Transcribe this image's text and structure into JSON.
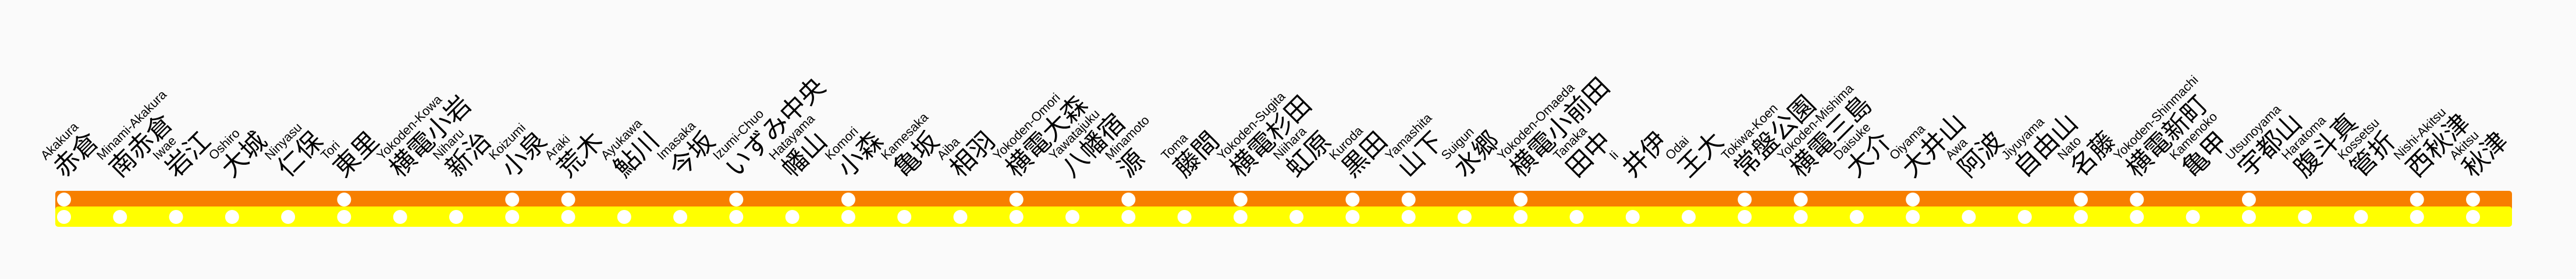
{
  "line": {
    "colors": {
      "upper_band": "#f77f00",
      "lower_band": "#ffff00",
      "station_dot": "#ffffff"
    },
    "stations": [
      {
        "ja": "赤倉",
        "en": "Akakura",
        "upper": true,
        "lower": true
      },
      {
        "ja": "南赤倉",
        "en": "Minami-Akakura",
        "upper": false,
        "lower": true
      },
      {
        "ja": "岩江",
        "en": "Iwae",
        "upper": false,
        "lower": true
      },
      {
        "ja": "大城",
        "en": "Oshiro",
        "upper": false,
        "lower": true
      },
      {
        "ja": "仁保",
        "en": "Ninyasu",
        "upper": false,
        "lower": true
      },
      {
        "ja": "東里",
        "en": "Tori",
        "upper": true,
        "lower": true
      },
      {
        "ja": "横電小岩",
        "en": "Yokoden-Kowa",
        "upper": false,
        "lower": true
      },
      {
        "ja": "新治",
        "en": "Niharu",
        "upper": false,
        "lower": true
      },
      {
        "ja": "小泉",
        "en": "Koizumi",
        "upper": true,
        "lower": true
      },
      {
        "ja": "荒木",
        "en": "Araki",
        "upper": true,
        "lower": true
      },
      {
        "ja": "鮎川",
        "en": "Ayukawa",
        "upper": false,
        "lower": true
      },
      {
        "ja": "今坂",
        "en": "Imasaka",
        "upper": false,
        "lower": true
      },
      {
        "ja": "いずみ中央",
        "en": "Izumi-Chuo",
        "upper": true,
        "lower": true
      },
      {
        "ja": "幡山",
        "en": "Hatayama",
        "upper": false,
        "lower": true
      },
      {
        "ja": "小森",
        "en": "Komori",
        "upper": true,
        "lower": true
      },
      {
        "ja": "亀坂",
        "en": "Kamesaka",
        "upper": false,
        "lower": true
      },
      {
        "ja": "相羽",
        "en": "Aiba",
        "upper": false,
        "lower": true
      },
      {
        "ja": "横電大森",
        "en": "Yokoden-Omori",
        "upper": true,
        "lower": true
      },
      {
        "ja": "八幡宿",
        "en": "Yawatajuku",
        "upper": false,
        "lower": true
      },
      {
        "ja": "源",
        "en": "Minamoto",
        "upper": true,
        "lower": true
      },
      {
        "ja": "藤間",
        "en": "Toma",
        "upper": false,
        "lower": true
      },
      {
        "ja": "横電杉田",
        "en": "Yokoden-Sugita",
        "upper": true,
        "lower": true
      },
      {
        "ja": "虹原",
        "en": "Niihara",
        "upper": false,
        "lower": true
      },
      {
        "ja": "黒田",
        "en": "Kuroda",
        "upper": true,
        "lower": true
      },
      {
        "ja": "山下",
        "en": "Yamashita",
        "upper": true,
        "lower": true
      },
      {
        "ja": "水郷",
        "en": "Suigun",
        "upper": false,
        "lower": true
      },
      {
        "ja": "横電小前田",
        "en": "Yokoden-Omaeda",
        "upper": true,
        "lower": true
      },
      {
        "ja": "田中",
        "en": "Tanaka",
        "upper": false,
        "lower": true
      },
      {
        "ja": "井伊",
        "en": "Ii",
        "upper": false,
        "lower": true
      },
      {
        "ja": "王大",
        "en": "Odai",
        "upper": false,
        "lower": true
      },
      {
        "ja": "常盤公園",
        "en": "Tokiwa-Koen",
        "upper": true,
        "lower": true
      },
      {
        "ja": "横電三島",
        "en": "Yokoden-Mishima",
        "upper": true,
        "lower": true
      },
      {
        "ja": "大介",
        "en": "Daisuke",
        "upper": false,
        "lower": true
      },
      {
        "ja": "大井山",
        "en": "Oiyama",
        "upper": true,
        "lower": true
      },
      {
        "ja": "阿波",
        "en": "Awa",
        "upper": false,
        "lower": true
      },
      {
        "ja": "自由山",
        "en": "Jiyuyama",
        "upper": false,
        "lower": true
      },
      {
        "ja": "名藤",
        "en": "Nato",
        "upper": true,
        "lower": true
      },
      {
        "ja": "横電新町",
        "en": "Yokoden-Shinmachi",
        "upper": true,
        "lower": true
      },
      {
        "ja": "亀甲",
        "en": "Kamenoko",
        "upper": false,
        "lower": true
      },
      {
        "ja": "宇都山",
        "en": "Utsunoyama",
        "upper": true,
        "lower": true
      },
      {
        "ja": "腹斗真",
        "en": "Haratoma",
        "upper": false,
        "lower": true
      },
      {
        "ja": "管折",
        "en": "Kossetsu",
        "upper": false,
        "lower": true
      },
      {
        "ja": "西秋津",
        "en": "Nishi-Akitsu",
        "upper": true,
        "lower": true
      },
      {
        "ja": "秋津",
        "en": "Akitsu",
        "upper": true,
        "lower": true
      }
    ]
  }
}
